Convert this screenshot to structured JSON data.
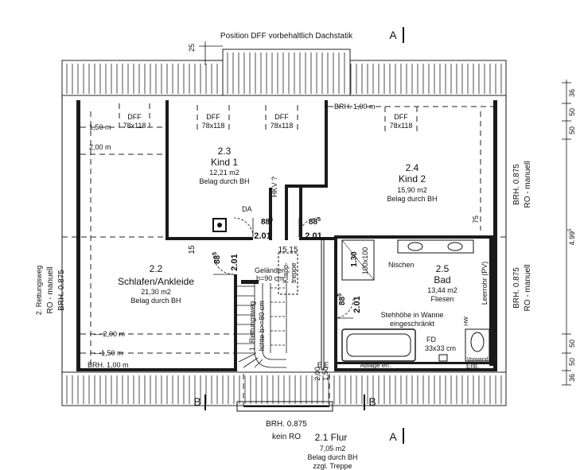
{
  "header": {
    "position_note": "Position DFF vorbehaltlich Dachstatik",
    "section_marker": "A",
    "dim_25": "25"
  },
  "rooms": {
    "kind1": {
      "number": "2.3",
      "name": "Kind 1",
      "area": "12,21 m2",
      "floor": "Belag durch BH"
    },
    "kind2": {
      "number": "2.4",
      "name": "Kind 2",
      "area": "15,90 m2",
      "floor": "Belag durch BH"
    },
    "schlafen": {
      "number": "2.2",
      "name": "Schlafen/Ankleide",
      "area": "21,30 m2",
      "floor": "Belag durch BH"
    },
    "bad": {
      "number": "2.5",
      "name": "Bad",
      "area": "13,44 m2",
      "floor": "Fliesen"
    },
    "flur": {
      "number": "2.1",
      "name": "Flur",
      "area": "7,05 m2",
      "floor": "Belag durch BH",
      "note": "zzgl. Treppe"
    }
  },
  "windows": {
    "dff_label": "DFF",
    "dff_size": "78x118",
    "brh_top": "BRH. 1,00 m",
    "brh_bottom_left": "BRH. 1,00 m",
    "brh_flur": "BRH. 0.875",
    "kein_ro": "kein RO",
    "left_brh": "BRH. 0.875",
    "left_ro": "RO - manuell",
    "left_rettung": "2. Rettungsweg",
    "right_brh_1": "BRH. 0.875",
    "right_ro_1": "RO - manuell",
    "right_brh_2": "BRH. 0.875",
    "right_ro_2": "RO - manuell"
  },
  "heights": {
    "h150_top": "1,50 m",
    "h200_top": "2,00 m",
    "h200_bottom": "— 2,00 m",
    "h150_bottom": "—1,50 m"
  },
  "doors": {
    "d885": "88",
    "d885_sup": "5",
    "d201": "2.01",
    "dim_15": "15",
    "dim_15b": "15 15",
    "dim_75": "75"
  },
  "annotations": {
    "hkv": "HKV ?",
    "da": "DA",
    "gelaender": "Geländer",
    "gelaender_h": "h=90 cm",
    "klapptreppe_1": "Klapp-",
    "klapptreppe_2": "treppe",
    "nischen": "Nischen",
    "nische_size": "100x100",
    "nische_h": "1.30",
    "rettungsweg": "1. Rettungsweg",
    "rettungsweg_b": "lichte b>=80 cm",
    "stehhoehe_1": "Stehhöhe in Wanne",
    "stehhoehe_2": "eingeschränkt",
    "ablage": "Ablage erf.",
    "fd": "FD",
    "fd_size": "33x33 cm",
    "leerrohr": "Leerrohr (PV)",
    "vorwand": "Vorwand",
    "entl": "Entl.",
    "hw": "HW",
    "stair_200": "2,00",
    "stair_150": "1,50",
    "stair_ee": "E E",
    "section_b": "B"
  },
  "right_dims": {
    "top_a": "36",
    "top_b": "50",
    "top_c": "50",
    "mid": "4.99",
    "mid_sup": "5",
    "bot_a": "50",
    "bot_b": "50",
    "bot_c": "36"
  }
}
